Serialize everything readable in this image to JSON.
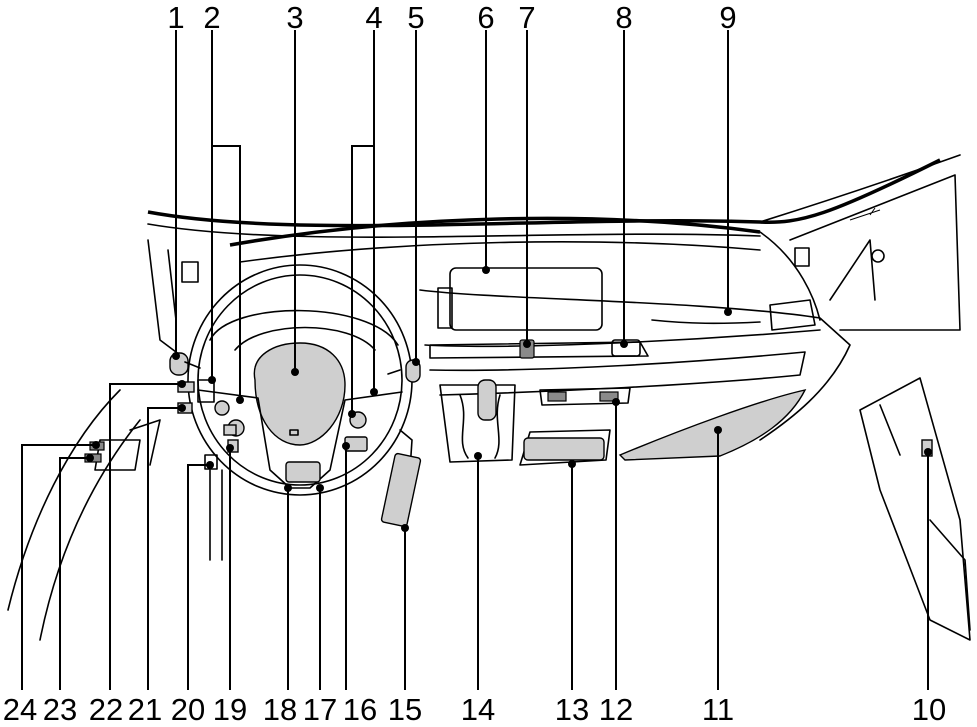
{
  "callouts": [
    {
      "n": "1"
    },
    {
      "n": "2"
    },
    {
      "n": "3"
    },
    {
      "n": "4"
    },
    {
      "n": "5"
    },
    {
      "n": "6"
    },
    {
      "n": "7"
    },
    {
      "n": "8"
    },
    {
      "n": "9"
    },
    {
      "n": "10"
    },
    {
      "n": "11"
    },
    {
      "n": "12"
    },
    {
      "n": "13"
    },
    {
      "n": "14"
    },
    {
      "n": "15"
    },
    {
      "n": "16"
    },
    {
      "n": "17"
    },
    {
      "n": "18"
    },
    {
      "n": "19"
    },
    {
      "n": "20"
    },
    {
      "n": "21"
    },
    {
      "n": "22"
    },
    {
      "n": "23"
    },
    {
      "n": "24"
    }
  ]
}
